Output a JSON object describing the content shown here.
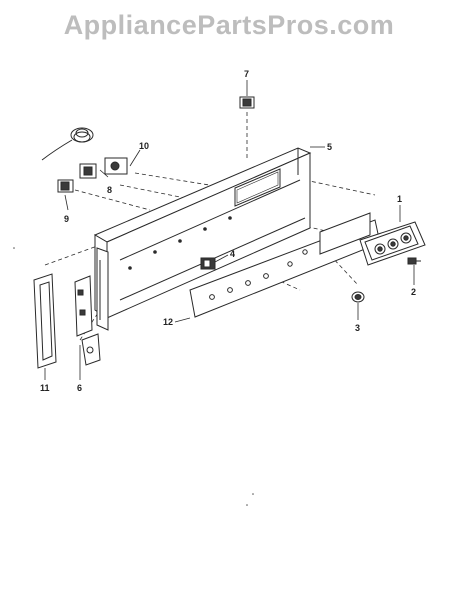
{
  "watermark": {
    "text": "AppliancePartsPros.com",
    "color": "#bdbdbd"
  },
  "callouts": {
    "p1": "1",
    "p2": "2",
    "p3": "3",
    "p4": "4",
    "p5": "5",
    "p6": "6",
    "p7": "7",
    "p8": "8",
    "p9": "9",
    "p10": "10",
    "p11": "11",
    "p12": "12"
  },
  "colors": {
    "line": "#2a2a2a",
    "dark_fill": "#3a3a3a"
  }
}
